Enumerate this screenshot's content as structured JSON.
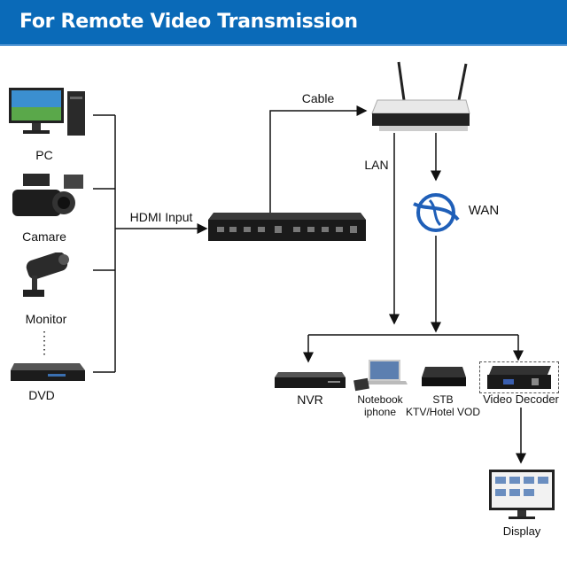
{
  "header": {
    "title": "For Remote Video Transmission"
  },
  "sources": [
    {
      "label": "PC",
      "icon": "pc-icon"
    },
    {
      "label": "Camare",
      "icon": "camcorder-icon"
    },
    {
      "label": "Monitor",
      "icon": "cctv-camera-icon"
    },
    {
      "label": "DVD",
      "icon": "dvd-player-icon"
    }
  ],
  "ellipsis": "⋮",
  "links": {
    "hdmi": "HDMI Input",
    "cable": "Cable",
    "lan": "LAN",
    "wan": "WAN"
  },
  "destinations": [
    {
      "label": "NVR"
    },
    {
      "label": "Notebook",
      "label2": "iphone"
    },
    {
      "label": "STB",
      "label2": "KTV/Hotel VOD"
    },
    {
      "label": "Video Decoder"
    }
  ],
  "display": {
    "label": "Display"
  },
  "colors": {
    "header": "#0a6ab8",
    "globe": "#1f5fb8"
  }
}
